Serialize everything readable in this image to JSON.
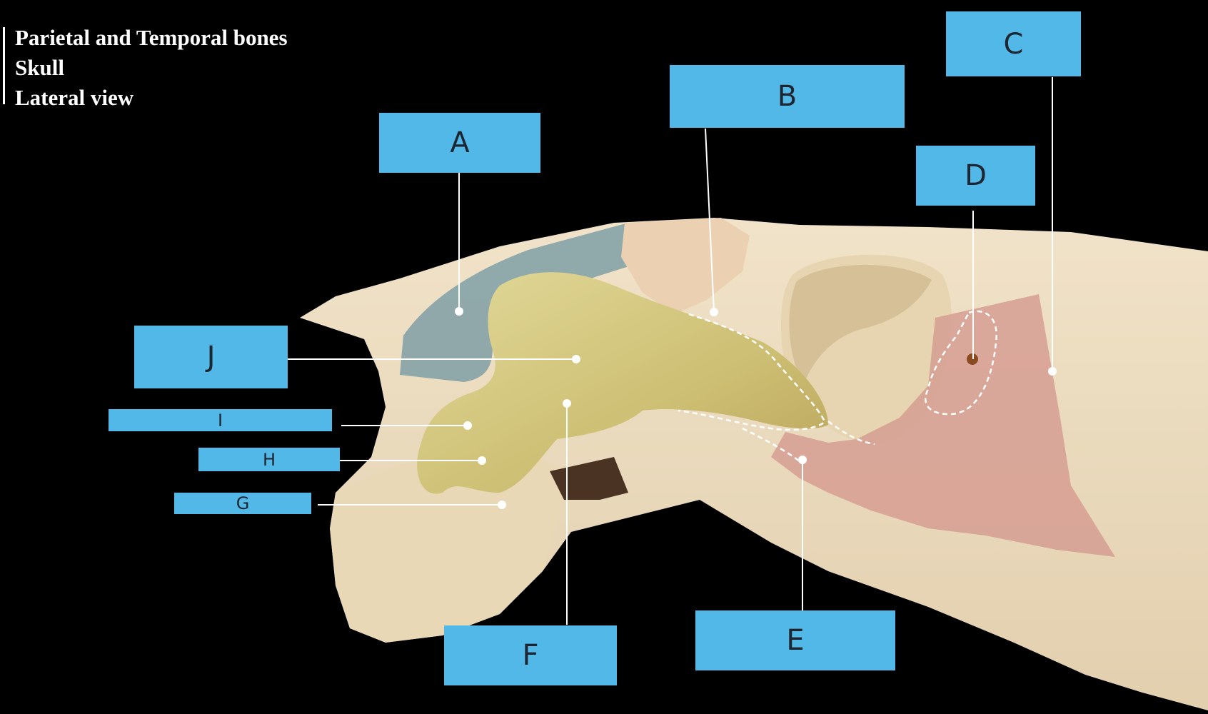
{
  "title": {
    "line1": "Parietal and Temporal bones",
    "line2": "Skull",
    "line3": "Lateral view"
  },
  "labels": {
    "A": "A",
    "B": "B",
    "C": "C",
    "D": "D",
    "E": "E",
    "F": "F",
    "G": "G",
    "H": "H",
    "I": "I",
    "J": "J"
  },
  "colors": {
    "background": "#000000",
    "label_fill": "#52b8e8",
    "bone": "#eedfc3",
    "highlight_yellow": "#d8cf86",
    "highlight_blue": "#7f9fa6",
    "highlight_pink": "#d4958d",
    "leader_line": "#ffffff"
  }
}
